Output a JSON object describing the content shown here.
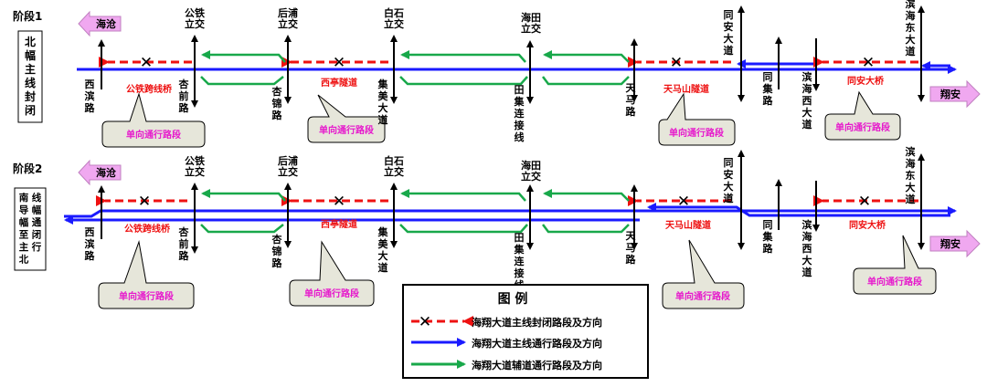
{
  "colors": {
    "mainline": "#1a1aff",
    "auxiliary": "#18a84a",
    "closed": "#ee1111",
    "road": "#000000",
    "callout_fill": "#e6e6da",
    "callout_text": "#e61acc",
    "direction_fill": "#f0a8f0"
  },
  "stage1": {
    "label": "阶段1",
    "closure_text": "北幅主线封闭",
    "dir_left": "海沧",
    "dir_right": "翔安"
  },
  "stage2": {
    "label": "阶段2",
    "closure_text": "南导幅至主北线幅通闭行",
    "dir_left": "海沧",
    "dir_right": "翔安"
  },
  "interchanges": {
    "gongtie": "公铁立交",
    "houpu": "后浦立交",
    "baishi": "白石立交",
    "haitian": "海田立交",
    "tongan": "同安大道",
    "binhai_east": "滨海东大道"
  },
  "side_roads": {
    "xibin": "西滨路",
    "xingqian": "杏前路",
    "xingjin": "杏锦路",
    "jimei": "集美大道",
    "tianji": "田集连接线",
    "tianma": "天马路",
    "tongji": "同集路",
    "binhai_west": "滨海西大道"
  },
  "structures": {
    "gongtie_bridge": "公铁跨线桥",
    "xiting_tunnel": "西亭隧道",
    "tianmashan_tunnel": "天马山隧道",
    "tongan_bridge": "同安大桥"
  },
  "callout_label": "单向通行路段",
  "legend": {
    "title": "图  例",
    "items": [
      {
        "label": "海翔大道主线封闭路段及方向",
        "style": "closed"
      },
      {
        "label": "海翔大道主线通行路段及方向",
        "style": "mainline"
      },
      {
        "label": "海翔大道辅道通行路段及方向",
        "style": "auxiliary"
      }
    ]
  }
}
